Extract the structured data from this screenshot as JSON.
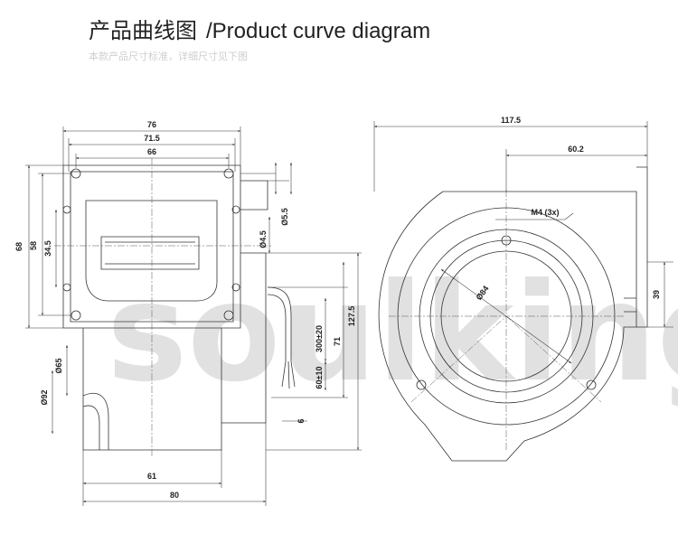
{
  "header": {
    "title_cn": "产品曲线图",
    "title_en": "/Product curve diagram",
    "subtitle": "本款产品尺寸标准，详细尺寸见下图"
  },
  "watermark": "soulking",
  "dimensions": {
    "overall_width": "76",
    "hole_span_outer": "71.5",
    "hole_span_inner": "66",
    "height_68": "68",
    "height_58": "58",
    "height_34_5": "34.5",
    "dia_4_5": "Ø4.5",
    "dia_5_5": "Ø5.5",
    "dia_65": "Ø65",
    "dia_92": "Ø92",
    "height_127_5": "127.5",
    "height_71": "71",
    "cable_length": "300±20",
    "strip_length": "60±10",
    "dim_6": "6",
    "base_61": "61",
    "base_80": "80",
    "side_117_5": "117.5",
    "side_60_2": "60.2",
    "screw_label": "M4 (3x)",
    "dia_84": "Ø84",
    "flange_39": "39"
  },
  "colors": {
    "line": "#333333",
    "watermark": "#e1e1e1",
    "subtitle": "#cfcfcf"
  }
}
